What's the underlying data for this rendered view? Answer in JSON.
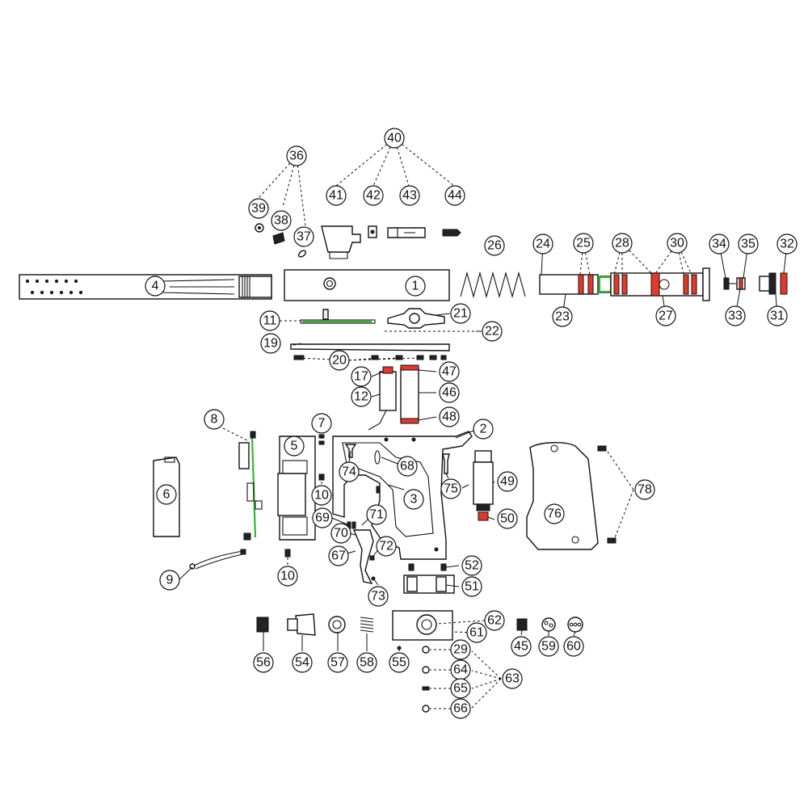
{
  "colors": {
    "line": "#111111",
    "o_ring": "#e23a2a",
    "wire": "#2fb82f",
    "background": "#ffffff"
  },
  "callouts": [
    {
      "id": "c1",
      "label": "1"
    },
    {
      "id": "c2",
      "label": "2"
    },
    {
      "id": "c3",
      "label": "3"
    },
    {
      "id": "c4",
      "label": "4"
    },
    {
      "id": "c5",
      "label": "5"
    },
    {
      "id": "c6",
      "label": "6"
    },
    {
      "id": "c7",
      "label": "7"
    },
    {
      "id": "c8",
      "label": "8"
    },
    {
      "id": "c9",
      "label": "9"
    },
    {
      "id": "c10a",
      "label": "10"
    },
    {
      "id": "c10b",
      "label": "10"
    },
    {
      "id": "c11",
      "label": "11"
    },
    {
      "id": "c12",
      "label": "12"
    },
    {
      "id": "c17",
      "label": "17"
    },
    {
      "id": "c19",
      "label": "19"
    },
    {
      "id": "c20",
      "label": "20"
    },
    {
      "id": "c21",
      "label": "21"
    },
    {
      "id": "c22",
      "label": "22"
    },
    {
      "id": "c23",
      "label": "23"
    },
    {
      "id": "c24",
      "label": "24"
    },
    {
      "id": "c25",
      "label": "25"
    },
    {
      "id": "c26",
      "label": "26"
    },
    {
      "id": "c27",
      "label": "27"
    },
    {
      "id": "c28",
      "label": "28"
    },
    {
      "id": "c29",
      "label": "29"
    },
    {
      "id": "c30",
      "label": "30"
    },
    {
      "id": "c31",
      "label": "31"
    },
    {
      "id": "c32",
      "label": "32"
    },
    {
      "id": "c33",
      "label": "33"
    },
    {
      "id": "c34",
      "label": "34"
    },
    {
      "id": "c35",
      "label": "35"
    },
    {
      "id": "c36",
      "label": "36"
    },
    {
      "id": "c37",
      "label": "37"
    },
    {
      "id": "c38",
      "label": "38"
    },
    {
      "id": "c39",
      "label": "39"
    },
    {
      "id": "c40",
      "label": "40"
    },
    {
      "id": "c41",
      "label": "41"
    },
    {
      "id": "c42",
      "label": "42"
    },
    {
      "id": "c43",
      "label": "43"
    },
    {
      "id": "c44",
      "label": "44"
    },
    {
      "id": "c45",
      "label": "45"
    },
    {
      "id": "c46",
      "label": "46"
    },
    {
      "id": "c47",
      "label": "47"
    },
    {
      "id": "c48",
      "label": "48"
    },
    {
      "id": "c49",
      "label": "49"
    },
    {
      "id": "c50",
      "label": "50"
    },
    {
      "id": "c51",
      "label": "51"
    },
    {
      "id": "c52",
      "label": "52"
    },
    {
      "id": "c54",
      "label": "54"
    },
    {
      "id": "c55",
      "label": "55"
    },
    {
      "id": "c56",
      "label": "56"
    },
    {
      "id": "c57",
      "label": "57"
    },
    {
      "id": "c58",
      "label": "58"
    },
    {
      "id": "c59",
      "label": "59"
    },
    {
      "id": "c60",
      "label": "60"
    },
    {
      "id": "c61",
      "label": "61"
    },
    {
      "id": "c62",
      "label": "62"
    },
    {
      "id": "c63",
      "label": "63"
    },
    {
      "id": "c64",
      "label": "64"
    },
    {
      "id": "c65",
      "label": "65"
    },
    {
      "id": "c66",
      "label": "66"
    },
    {
      "id": "c67",
      "label": "67"
    },
    {
      "id": "c68",
      "label": "68"
    },
    {
      "id": "c69",
      "label": "69"
    },
    {
      "id": "c70",
      "label": "70"
    },
    {
      "id": "c71",
      "label": "71"
    },
    {
      "id": "c72",
      "label": "72"
    },
    {
      "id": "c73",
      "label": "73"
    },
    {
      "id": "c74",
      "label": "74"
    },
    {
      "id": "c75",
      "label": "75"
    },
    {
      "id": "c76",
      "label": "76"
    },
    {
      "id": "c78",
      "label": "78"
    }
  ]
}
